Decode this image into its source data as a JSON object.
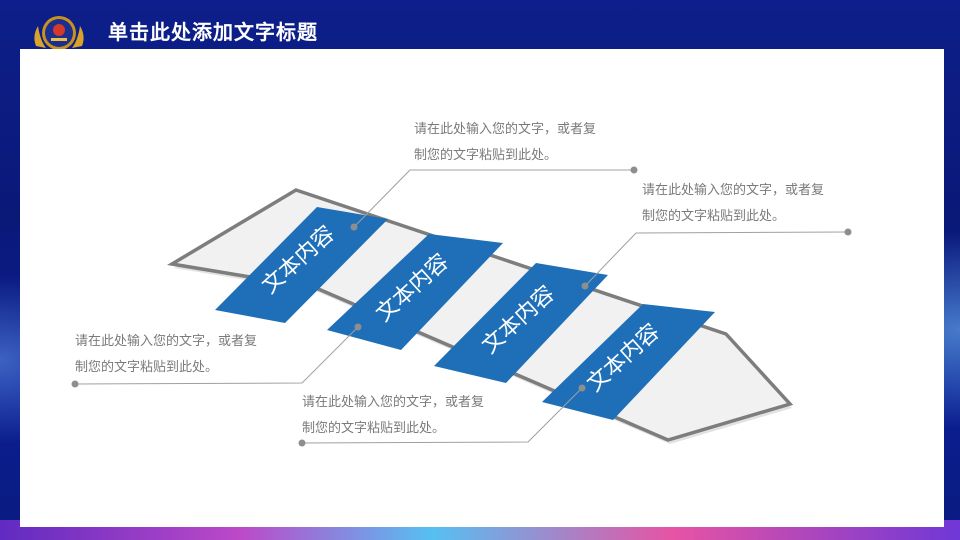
{
  "header": {
    "title": "单击此处添加文字标题",
    "emblem_icon": "police-emblem-icon"
  },
  "colors": {
    "accent_blue": "#1e6fb8",
    "arrow_fill": "#f1f1f1",
    "arrow_outline": "#7d7d7d",
    "leader_line": "#a0a0a0",
    "text_gray": "#7a7a7a",
    "header_bg": "#0b1f8c"
  },
  "stripes": [
    {
      "label": "文本内容"
    },
    {
      "label": "文本内容"
    },
    {
      "label": "文本内容"
    },
    {
      "label": "文本内容"
    }
  ],
  "notes": [
    {
      "line1": "请在此处输入您的文字，或者复",
      "line2": "制您的文字粘贴到此处。"
    },
    {
      "line1": "请在此处输入您的文字，或者复",
      "line2": "制您的文字粘贴到此处。"
    },
    {
      "line1": "请在此处输入您的文字，或者复",
      "line2": "制您的文字粘贴到此处。"
    },
    {
      "line1": "请在此处输入您的文字，或者复",
      "line2": "制您的文字粘贴到此处。"
    }
  ]
}
